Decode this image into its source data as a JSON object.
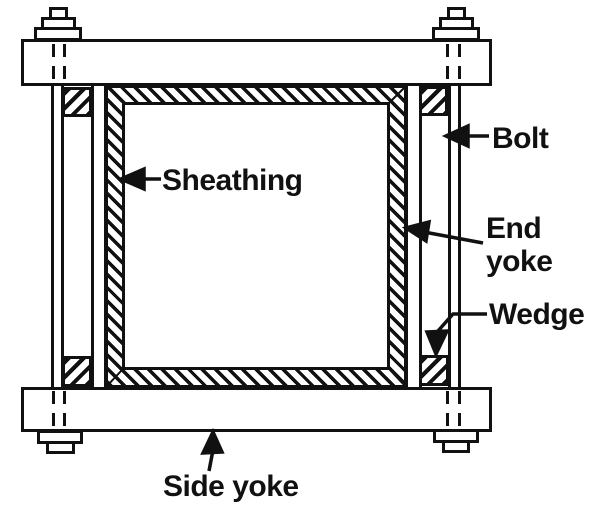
{
  "labels": {
    "sheathing": "Sheathing",
    "bolt": "Bolt",
    "end_yoke_line1": "End",
    "end_yoke_line2": "yoke",
    "wedge": "Wedge",
    "side_yoke": "Side yoke"
  },
  "colors": {
    "ink": "#111111",
    "paper": "#ffffff"
  }
}
